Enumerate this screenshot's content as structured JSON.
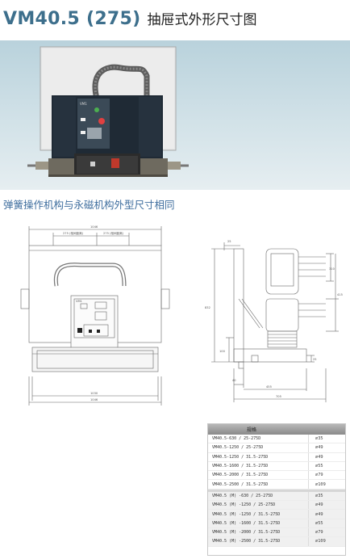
{
  "header": {
    "model": "VM40.5 (275)",
    "title_cn": "抽屉式外形尺寸图"
  },
  "subtitle": "弹簧操作机构与永磁机构外型尺寸相同",
  "photo": {
    "panel_brand": "VM1"
  },
  "drawing_front": {
    "dim_top_overall": "1046",
    "dim_left_inner": "275 (相间距离)",
    "dim_right_inner": "275 (相间距离)",
    "dim_bottom_1": "1030",
    "dim_bottom_2": "1046",
    "panel_brand": "VM1"
  },
  "drawing_side": {
    "dim_top": "25",
    "dim_right_upper": "310",
    "dim_right_lower": "415",
    "dim_left_overall": "832",
    "dim_height_step": "100",
    "dim_bottom_small_1": "40",
    "dim_bottom_small_2": "455",
    "dim_bottom_overall": "705",
    "dim_right_small": "25"
  },
  "spec_table": {
    "header": "规格",
    "group1": [
      {
        "model": "VM40.5-630 / 25-275D",
        "dia": "∅35"
      },
      {
        "model": "VM40.5-1250 / 25-275D",
        "dia": "∅49"
      },
      {
        "model": "VM40.5-1250 / 31.5-275D",
        "dia": "∅49"
      },
      {
        "model": "VM40.5-1600 / 31.5-275D",
        "dia": "∅55"
      },
      {
        "model": "VM40.5-2000 / 31.5-275D",
        "dia": "∅79"
      },
      {
        "model": "VM40.5-2500 / 31.5-275D",
        "dia": "∅109"
      }
    ],
    "group2": [
      {
        "model": "VM40.5 (M) -630 / 25-275D",
        "dia": "∅35"
      },
      {
        "model": "VM40.5 (M) -1250 / 25-275D",
        "dia": "∅49"
      },
      {
        "model": "VM40.5 (M) -1250 / 31.5-275D",
        "dia": "∅49"
      },
      {
        "model": "VM40.5 (M) -1600 / 31.5-275D",
        "dia": "∅55"
      },
      {
        "model": "VM40.5 (M) -2000 / 31.5-275D",
        "dia": "∅79"
      },
      {
        "model": "VM40.5 (M) -2500 / 31.5-275D",
        "dia": "∅109"
      }
    ]
  }
}
